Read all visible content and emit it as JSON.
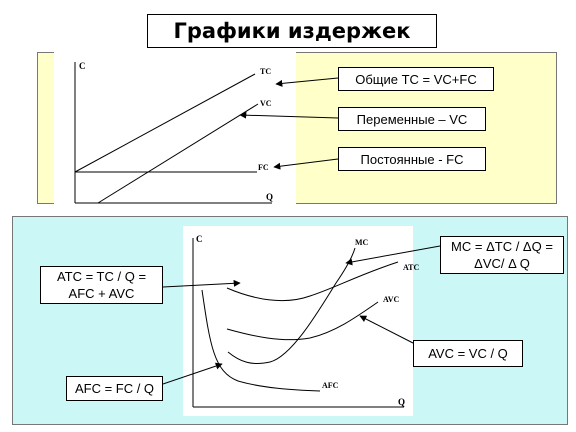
{
  "title": "Графики издержек",
  "top_chart": {
    "y_axis": "C",
    "x_axis": "Q",
    "curves": {
      "tc": "TC",
      "vc": "VC",
      "fc": "FC"
    },
    "callouts": {
      "total": "Общие TC = VC+FC",
      "variable": "Переменные – VC",
      "fixed": "Постоянные - FC"
    }
  },
  "bottom_chart": {
    "y_axis": "C",
    "x_axis": "Q",
    "curves": {
      "mc": "MC",
      "atc": "ATC",
      "avc": "AVC",
      "afc": "AFC"
    },
    "callouts": {
      "atc": "ATC =  TC / Q =\nAFC + AVC",
      "afc": "AFC = FC / Q",
      "mc": "MC = ΔTC /  ΔQ =\nΔVC/  Δ Q",
      "avc": "AVC = VC  / Q"
    }
  },
  "colors": {
    "top_panel": "#ffffc9",
    "bottom_panel": "#ccf7f7"
  }
}
